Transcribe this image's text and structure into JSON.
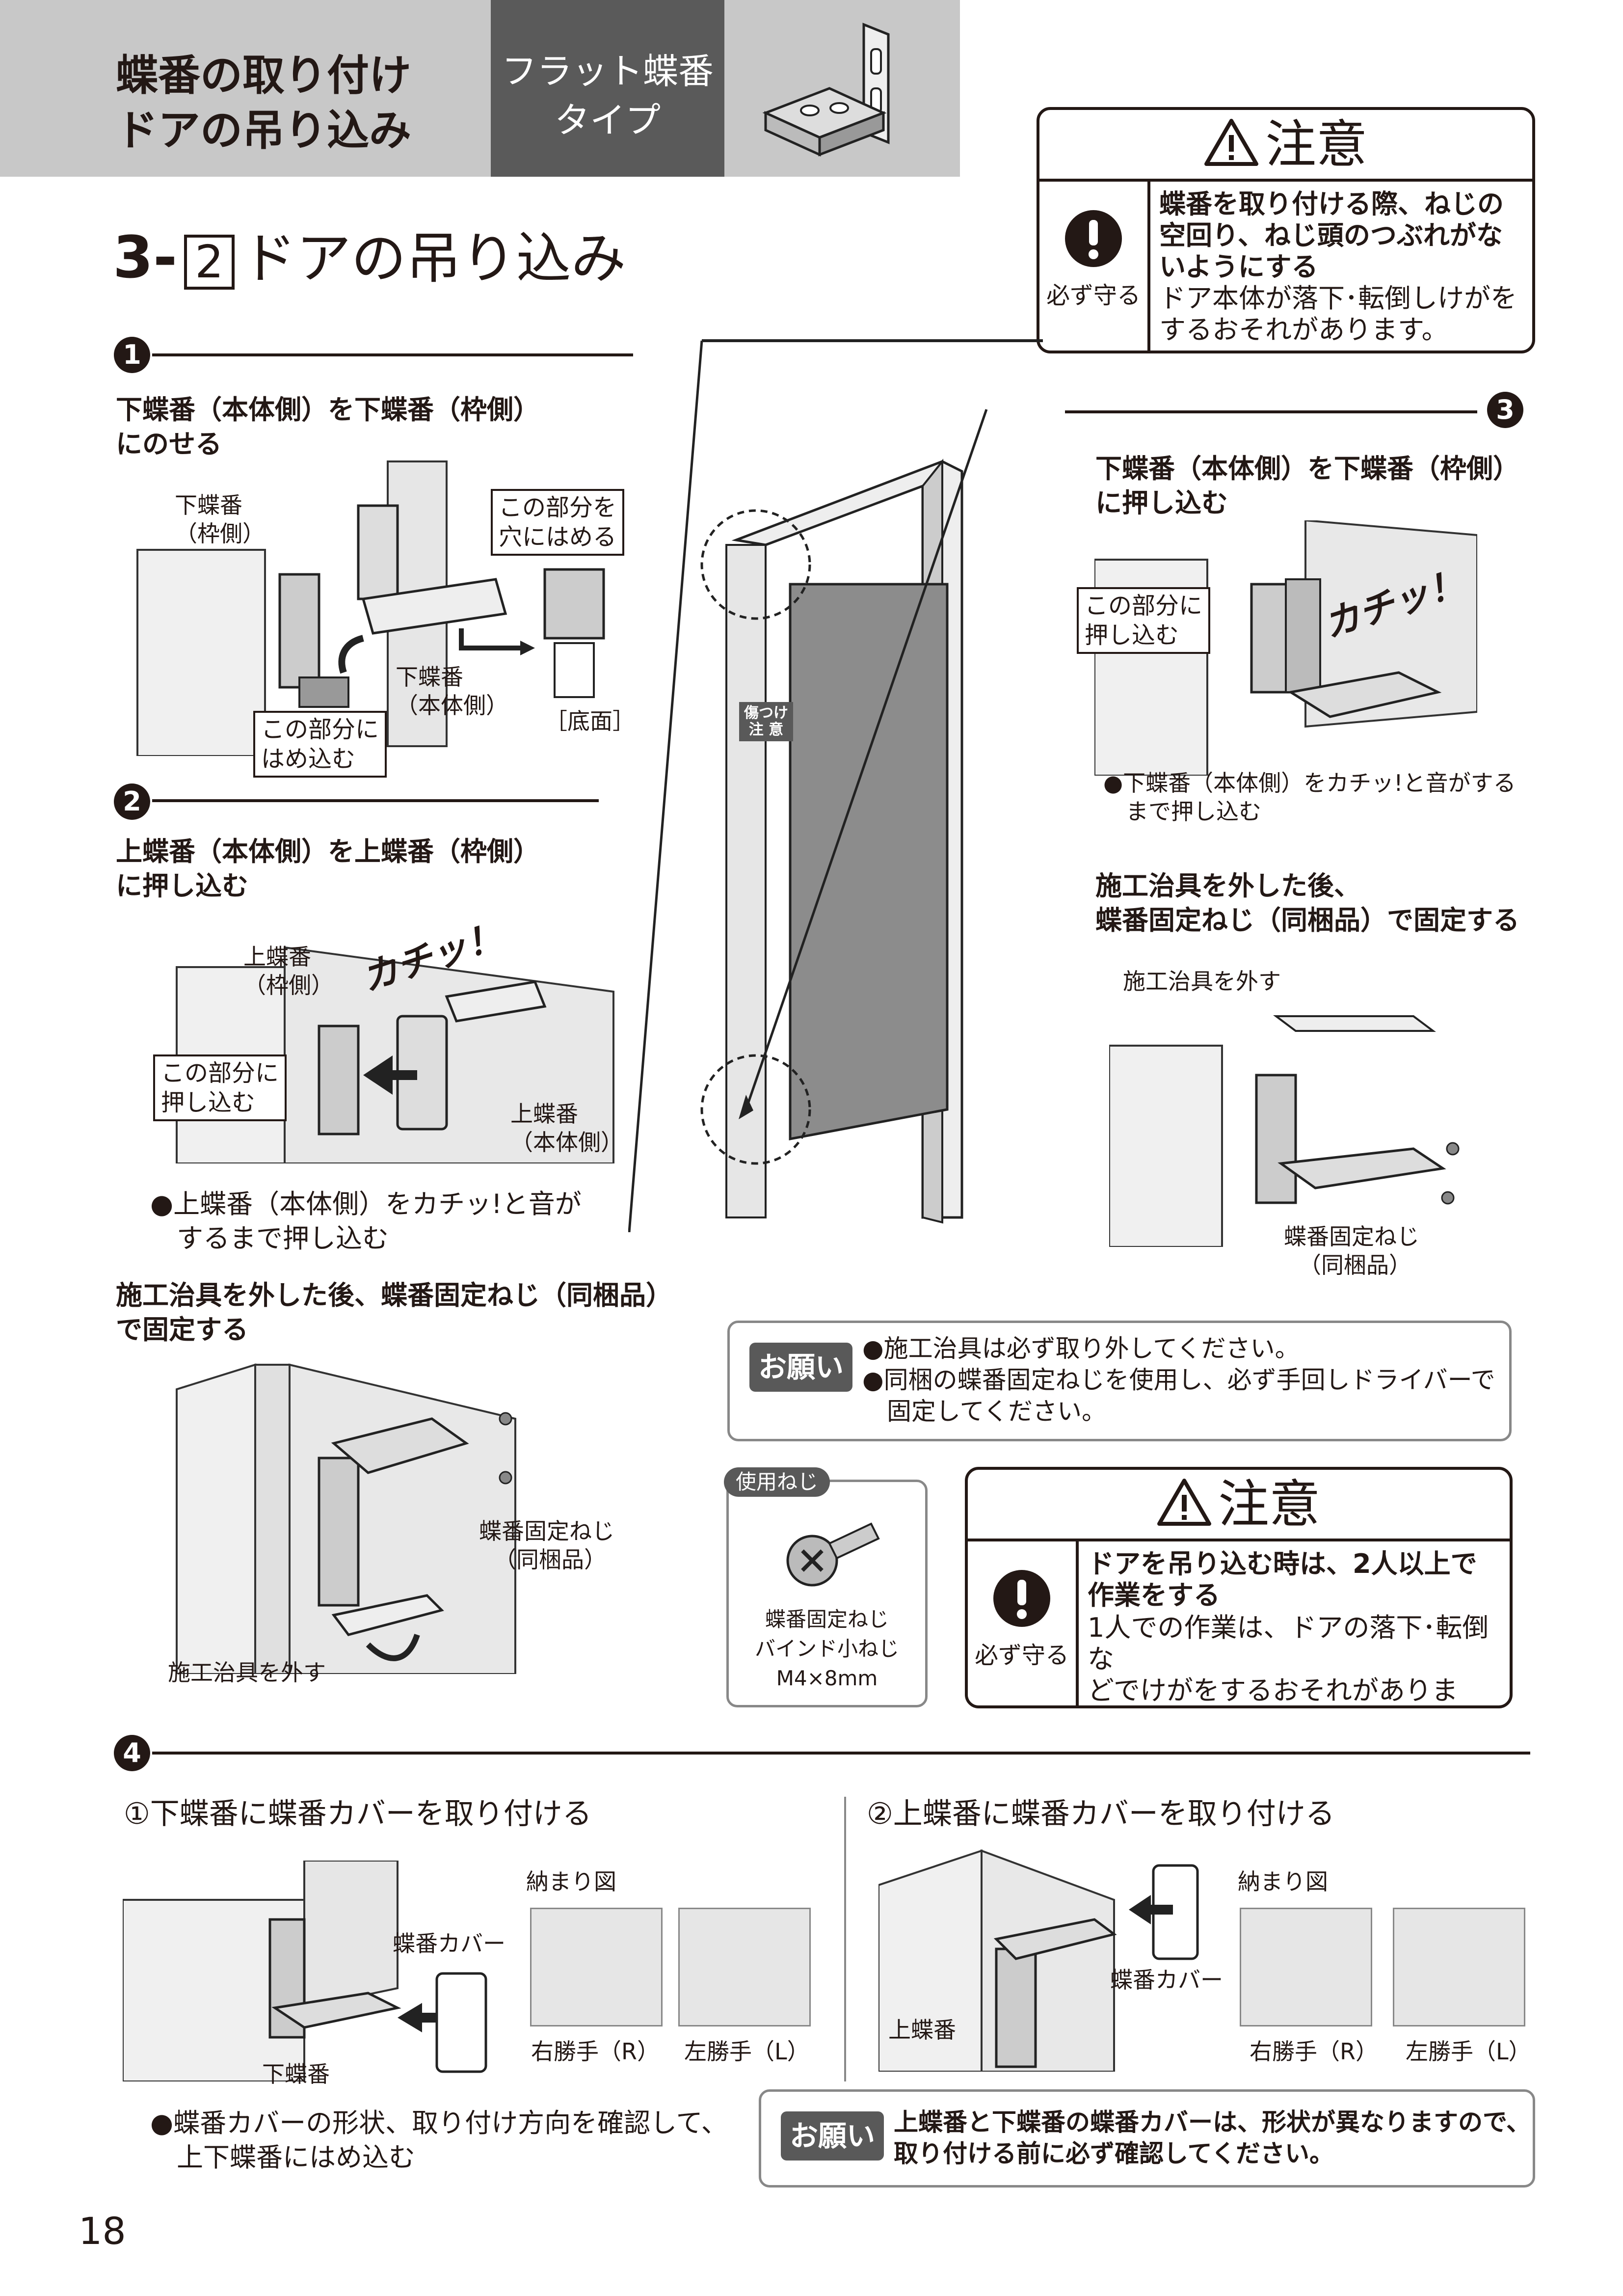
{
  "header": {
    "title_line1": "蝶番の取り付け",
    "title_line2": "ドアの吊り込み",
    "type_line1": "フラット蝶番",
    "type_line2": "タイプ"
  },
  "section": {
    "num": "3-",
    "box": "2",
    "title": "ドアの吊り込み"
  },
  "caution_top": {
    "heading": "注意",
    "must": "必ず守る",
    "bold_lines": [
      "蝶番を取り付ける際、ねじの",
      "空回り、ねじ頭のつぶれがな",
      "いようにする"
    ],
    "normal_lines": [
      "ドア本体が落下･転倒しけがを",
      "するおそれがあります。"
    ]
  },
  "step1": {
    "num": "1",
    "instr_line1": "下蝶番（本体側）を下蝶番（枠側）",
    "instr_line2": "にのせる",
    "lbl_frame": [
      "下蝶番",
      "（枠側）"
    ],
    "lbl_hole": [
      "この部分を",
      "穴にはめる"
    ],
    "lbl_body": [
      "下蝶番",
      "（本体側）"
    ],
    "lbl_fit": [
      "この部分に",
      "はめ込む"
    ],
    "lbl_bottom": "［底面］"
  },
  "step2": {
    "num": "2",
    "instr_line1": "上蝶番（本体側）を上蝶番（枠側）",
    "instr_line2": "に押し込む",
    "lbl_frame": [
      "上蝶番",
      "（枠側）"
    ],
    "click": "カチッ！",
    "lbl_push": [
      "この部分に",
      "押し込む"
    ],
    "lbl_body": [
      "上蝶番",
      "（本体側）"
    ],
    "note_line1": "●上蝶番（本体側）をカチッ!と音が",
    "note_line2": "するまで押し込む",
    "fix_line1": "施工治具を外した後、蝶番固定ねじ（同梱品）",
    "fix_line2": "で固定する",
    "lbl_screw": [
      "蝶番固定ねじ",
      "（同梱品）"
    ],
    "lbl_remove": "施工治具を外す"
  },
  "door": {
    "warn": [
      "傷つけ",
      "注 意"
    ]
  },
  "step3": {
    "num": "3",
    "instr_line1": "下蝶番（本体側）を下蝶番（枠側）",
    "instr_line2": "に押し込む",
    "lbl_push": [
      "この部分に",
      "押し込む"
    ],
    "click": "カチッ！",
    "note_line1": "●下蝶番（本体側）をカチッ!と音がする",
    "note_line2": "まで押し込む",
    "fix_line1": "施工治具を外した後、",
    "fix_line2": "蝶番固定ねじ（同梱品）で固定する",
    "lbl_remove": "施工治具を外す",
    "lbl_screw": [
      "蝶番固定ねじ",
      "（同梱品）"
    ]
  },
  "onegai1": {
    "tag": "お願い",
    "line1": "●施工治具は必ず取り外してください。",
    "line2": "●同梱の蝶番固定ねじを使用し、必ず手回しドライバーで",
    "line3": "固定してください。"
  },
  "screw_box": {
    "tag": "使用ねじ",
    "lines": [
      "蝶番固定ねじ",
      "バインド小ねじ",
      "M4×8mm"
    ]
  },
  "caution_mid": {
    "heading": "注意",
    "must": "必ず守る",
    "bold_lines": [
      "ドアを吊り込む時は、2人以上で",
      "作業をする"
    ],
    "normal_lines": [
      "1人での作業は、ドアの落下･転倒な",
      "どでけがをするおそれがあります。"
    ]
  },
  "step4": {
    "num": "4",
    "sub1": "①下蝶番に蝶番カバーを取り付ける",
    "sub2": "②上蝶番に蝶番カバーを取り付ける",
    "lbl_cover": "蝶番カバー",
    "lbl_lower": "下蝶番",
    "lbl_upper": "上蝶番",
    "lbl_fig": "納まり図",
    "lbl_r": "右勝手（R）",
    "lbl_l": "左勝手（L）",
    "note_line1": "●蝶番カバーの形状、取り付け方向を確認して、",
    "note_line2": "上下蝶番にはめ込む"
  },
  "onegai2": {
    "tag": "お願い",
    "line1": "上蝶番と下蝶番の蝶番カバーは、形状が異なりますので、",
    "line2": "取り付ける前に必ず確認してください。"
  },
  "page_number": "18",
  "colors": {
    "header_gray": "#c8c8c8",
    "header_dark": "#5a5a5a",
    "ink": "#231815"
  }
}
